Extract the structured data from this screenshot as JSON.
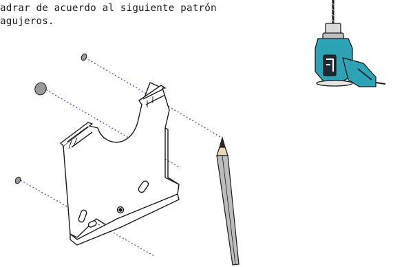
{
  "instruction": {
    "line1": "adrar de acuerdo al siguiente patrón",
    "line2": "agujeros."
  },
  "colors": {
    "guide_line": "#3a3fb8",
    "drill_body": "#2ea3b5",
    "drill_dark": "#1e2a33",
    "outline": "#1a1a1a"
  },
  "icons": [
    "drill-icon",
    "pencil-icon",
    "mounting-bracket",
    "hole-marks"
  ]
}
